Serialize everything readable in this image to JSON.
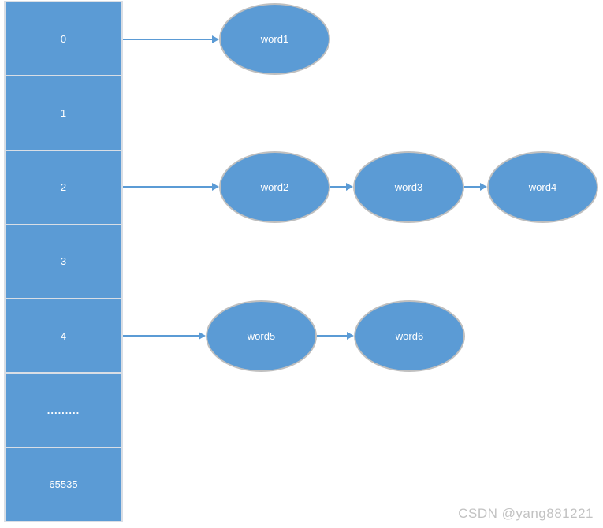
{
  "diagram": {
    "buckets": [
      "0",
      "1",
      "2",
      "3",
      "4",
      ".........",
      "65535"
    ],
    "chains": [
      {
        "bucket": "0",
        "words": [
          "word1"
        ]
      },
      {
        "bucket": "2",
        "words": [
          "word2",
          "word3",
          "word4"
        ]
      },
      {
        "bucket": "4",
        "words": [
          "word5",
          "word6"
        ]
      }
    ],
    "colors": {
      "shape_fill": "#5b9bd5",
      "shape_border": "#bfbfbf",
      "cell_border": "#d9dee5",
      "arrow": "#5b9bd5",
      "label_text": "#ffffff",
      "watermark": "#c2c2c2"
    }
  },
  "watermark": "CSDN @yang881221"
}
